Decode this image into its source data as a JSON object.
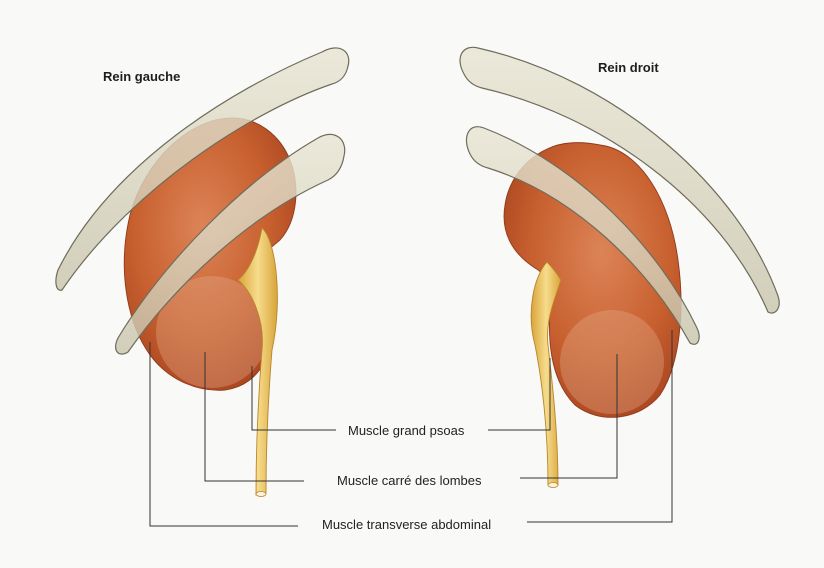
{
  "labels": {
    "left_kidney_title": "Rein gauche",
    "right_kidney_title": "Rein droit",
    "psoas_muscle": "Muscle grand psoas",
    "quadratus_lumborum": "Muscle carré des lombes",
    "transversus_abdominis": "Muscle transverse abdominal"
  },
  "colors": {
    "kidney": "#c4582f",
    "rib": "#dcd8c2",
    "ureter": "#e9bf55",
    "leader_line": "#333333"
  }
}
